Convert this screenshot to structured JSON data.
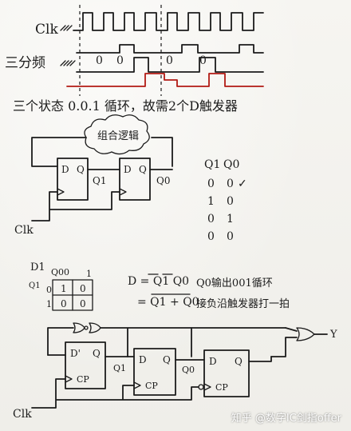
{
  "timing": {
    "clk_label": "Clk",
    "divider_label": "三分频",
    "wave_values": [
      "0",
      "0",
      "0",
      "0"
    ]
  },
  "heading": "三个状态 0.0.1 循环，故需2个D触发器",
  "circuit1": {
    "cloud_label": "组合逻辑",
    "ff_d": "D",
    "ff_q": "Q",
    "q1": "Q1",
    "q0": "Q0",
    "clk": "Clk"
  },
  "state_table": {
    "headers": [
      "Q1",
      "Q0"
    ],
    "rows": [
      [
        "0",
        "0",
        "✓"
      ],
      [
        "1",
        "0",
        ""
      ],
      [
        "0",
        "1",
        ""
      ],
      [
        "0",
        "0",
        ""
      ]
    ]
  },
  "kmap": {
    "label": "D1",
    "col_header": "Q00",
    "col_1": "1",
    "row_0": "0",
    "row_1": "1",
    "cells": [
      [
        "1",
        "0"
      ],
      [
        "0",
        "0"
      ]
    ],
    "side_mark": "Q1"
  },
  "equations": {
    "line1": "D = Q1 Q0",
    "line2": "= Q1 + Q0",
    "note1": "Q0输出001循环",
    "note2": "接负沿触发器打一拍"
  },
  "circuit2": {
    "d1": "D'",
    "q": "Q",
    "cp": "CP",
    "q1": "Q1",
    "q0": "Q0",
    "y": "Y",
    "clk": "Clk",
    "d": "D"
  },
  "watermark": {
    "text": "知乎 @数字IC剑指offer"
  }
}
